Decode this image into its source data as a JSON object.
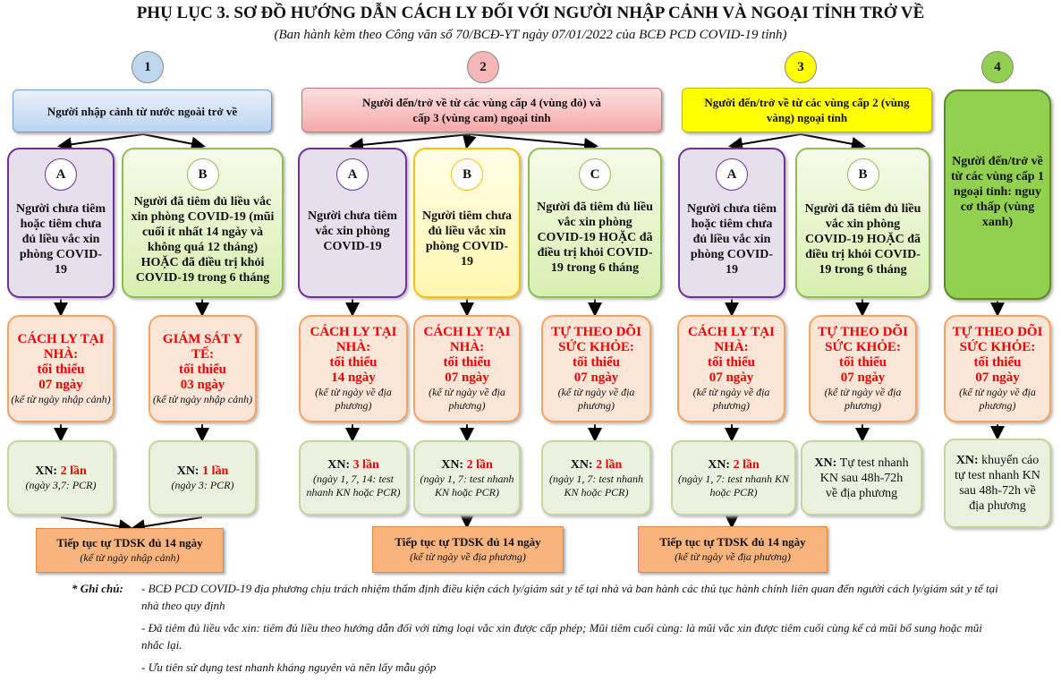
{
  "title": "PHỤ LỤC 3. SƠ ĐỒ HƯỚNG DẪN CÁCH LY ĐỐI VỚI NGƯỜI NHẬP CẢNH VÀ NGOẠI TỈNH TRỞ VỀ",
  "subtitle": "(Ban hành kèm theo Công văn số 70/BCĐ-YT ngày 07/01/2022 của BCĐ PCD COVID-19 tỉnh)",
  "groups": [
    {
      "num": "1",
      "header": "Người nhập cảnh từ nước ngoài trở về",
      "subs": [
        {
          "letter": "A",
          "desc": "Người chưa tiêm hoặc tiêm chưa đủ liều vắc xin phòng COVID-19",
          "measure": "CÁCH LY TẠI NHÀ:",
          "min": "tối thiểu",
          "days": "07 ngày",
          "from": "(kể từ ngày nhập cảnh)",
          "xn_label": "XN:",
          "xn_count": "2 lần",
          "xn_note": "(ngày 3,7: PCR)"
        },
        {
          "letter": "B",
          "desc": "Người đã tiêm đủ liều vắc xin phòng COVID-19 (mũi cuối ít nhất 14 ngày và không quá 12 tháng) HOẶC đã điều trị khỏi COVID-19 trong 6 tháng",
          "measure": "GIÁM SÁT Y TẾ:",
          "min": "tối thiểu",
          "days": "03 ngày",
          "from": "(kể từ ngày nhập cảnh)",
          "xn_label": "XN:",
          "xn_count": "1 lần",
          "xn_note": "(ngày 3: PCR)"
        }
      ],
      "final": "Tiếp tục tự TDSK đủ 14 ngày",
      "final_note": "(kể từ ngày nhập cảnh)"
    },
    {
      "num": "2",
      "header": "Người đến/trở về từ các vùng cấp 4 (vùng đỏ) và cấp 3 (vùng cam) ngoại tỉnh",
      "subs": [
        {
          "letter": "A",
          "desc": "Người chưa tiêm vắc xin phòng COVID-19",
          "measure": "CÁCH LY TẠI NHÀ:",
          "min": "tối thiểu",
          "days": "14 ngày",
          "from": "(kể từ ngày về địa phương)",
          "xn_label": "XN:",
          "xn_count": "3 lần",
          "xn_note": "(ngày 1, 7, 14: test nhanh KN hoặc PCR)"
        },
        {
          "letter": "B",
          "desc": "Người tiêm chưa đủ liều vắc xin phòng COVID-19",
          "measure": "CÁCH LY TẠI NHÀ:",
          "min": "tối thiểu",
          "days": "07 ngày",
          "from": "(kể từ ngày về địa phương)",
          "xn_label": "XN:",
          "xn_count": "2 lần",
          "xn_note": "(ngày 1, 7: test nhanh KN hoặc PCR)"
        },
        {
          "letter": "C",
          "desc": "Người đã tiêm đủ liều vắc xin phòng COVID-19 HOẶC đã điều trị khỏi COVID-19 trong 6 tháng",
          "measure": "TỰ THEO DÕI SỨC KHỎE:",
          "min": "tối thiểu",
          "days": "07 ngày",
          "from": "(kể từ ngày về địa phương)",
          "xn_label": "XN:",
          "xn_count": "2 lần",
          "xn_note": "(ngày 1, 7: test nhanh KN hoặc PCR)"
        }
      ],
      "final": "Tiếp tục tự TDSK đủ 14 ngày",
      "final_note": "(kể từ ngày về địa phương)"
    },
    {
      "num": "3",
      "header": "Người đến/trở về từ các vùng cấp 2 (vùng vàng) ngoại tỉnh",
      "subs": [
        {
          "letter": "A",
          "desc": "Người chưa tiêm hoặc tiêm chưa đủ liều vắc xin phòng COVID-19",
          "measure": "CÁCH LY TẠI NHÀ:",
          "min": "tối thiểu",
          "days": "07 ngày",
          "from": "(kể từ ngày về địa phương)",
          "xn_label": "XN:",
          "xn_count": "2 lần",
          "xn_note": "(ngày 1, 7: test nhanh KN hoặc PCR)"
        },
        {
          "letter": "B",
          "desc": "Người đã tiêm đủ liều vắc xin phòng COVID-19 HOẶC đã điều trị khỏi COVID-19 trong 6 tháng",
          "measure": "TỰ THEO DÕI SỨC KHỎE:",
          "min": "tối thiểu",
          "days": "07 ngày",
          "from": "(kể từ ngày về địa phương)",
          "xn_label": "XN:",
          "xn_text": "Tự test nhanh KN sau 48h-72h về địa phương"
        }
      ],
      "final": "Tiếp tục tự TDSK đủ 14 ngày",
      "final_note": "(kể từ ngày về địa phương)"
    },
    {
      "num": "4",
      "header": "Người đến/trở về từ các vùng cấp 1 ngoại tỉnh: nguy cơ thấp (vùng xanh)",
      "measure": "TỰ THEO DÕI SỨC KHỎE:",
      "min": "tối thiểu",
      "days": "07 ngày",
      "from": "(kể từ ngày về địa phương)",
      "xn_label": "XN:",
      "xn_text": "khuyến cáo tự test nhanh KN sau 48h-72h về địa phương"
    }
  ],
  "notes": {
    "label": "* Ghi chú:",
    "items": [
      "- BCĐ PCD COVID-19 địa phương chịu trách nhiệm thẩm định điều kiện cách ly/giám sát y tế tại nhà và ban hành các thủ tục hành chính liên quan đến người cách ly/giám sát y tế tại nhà theo quy định",
      "- Đã tiêm đủ liều vắc xin: tiêm đủ liều theo hướng dẫn đối với từng loại vắc xin được cấp phép; Mũi tiêm cuối cùng: là mũi vắc xin được tiêm cuối cùng kể cả mũi bổ sung hoặc mũi nhắc lại.",
      "- Ưu tiên sử dụng test nhanh kháng nguyên và nên lấy mẫu gộp"
    ]
  },
  "colors": {
    "red": "#ee0000",
    "purple": "#7030a0",
    "green4": "#92d050",
    "orange": "#f8b47c"
  }
}
